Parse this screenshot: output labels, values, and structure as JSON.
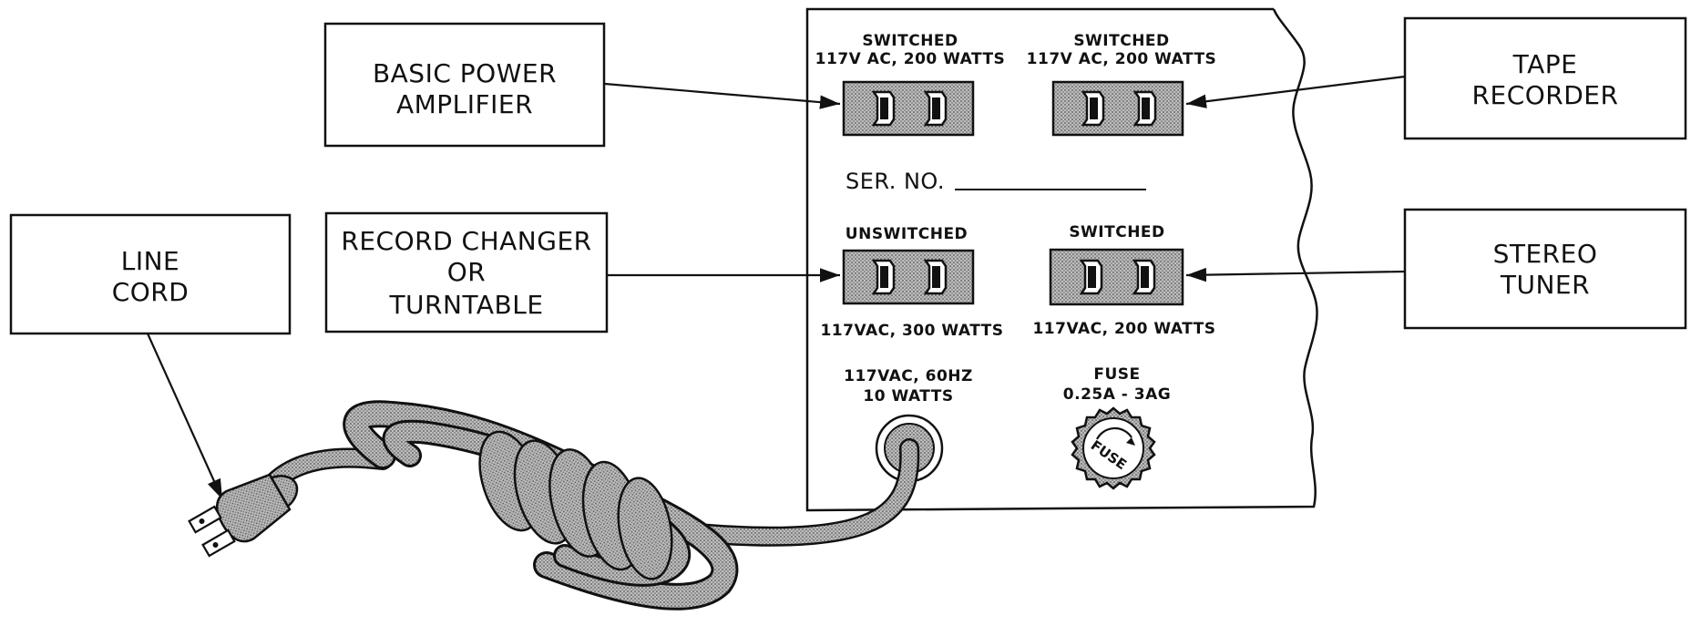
{
  "colors": {
    "ink": "#111111",
    "stipple": "#b8b8b8",
    "paper": "#ffffff"
  },
  "components": {
    "basic_power_amplifier": [
      "BASIC POWER",
      "AMPLIFIER"
    ],
    "record_changer": [
      "RECORD CHANGER",
      "OR",
      "TURNTABLE"
    ],
    "line_cord": [
      "LINE",
      "CORD"
    ],
    "tape_recorder": [
      "TAPE",
      "RECORDER"
    ],
    "stereo_tuner": [
      "STEREO",
      "TUNER"
    ]
  },
  "panel": {
    "outlet_top_left": [
      "SWITCHED",
      "117V AC, 200 WATTS"
    ],
    "outlet_top_right": [
      "SWITCHED",
      "117V AC, 200 WATTS"
    ],
    "serial_label": "SER. NO.",
    "outlet_bottom_left_header": "UNSWITCHED",
    "outlet_bottom_left_rating": "117VAC, 300 WATTS",
    "outlet_bottom_right_header": "SWITCHED",
    "outlet_bottom_right_rating": "117VAC, 200 WATTS",
    "power_input": [
      "117VAC, 60HZ",
      "10 WATTS"
    ],
    "fuse": [
      "FUSE",
      "0.25A - 3AG"
    ],
    "fuse_cap_text": "FUSE"
  },
  "icons": [
    "ac-outlet-icon",
    "power-plug-icon",
    "fuse-holder-icon",
    "coiled-cord-icon",
    "arrow-icon"
  ]
}
